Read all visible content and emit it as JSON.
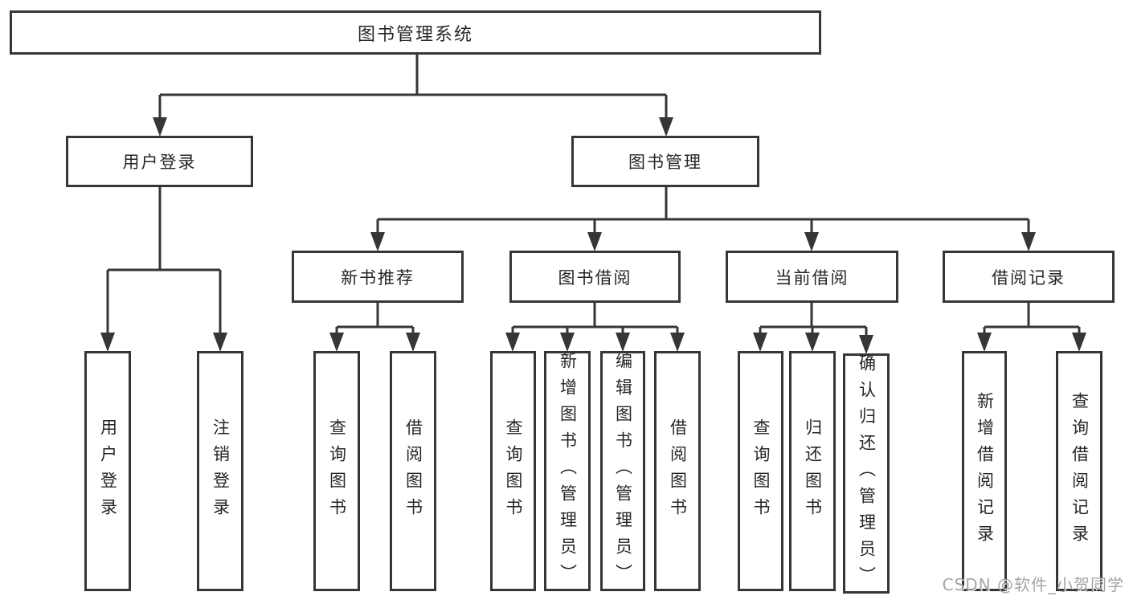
{
  "diagram": {
    "type": "hierarchy-tree",
    "title": "图书管理系统",
    "nodes": {
      "root": "图书管理系统",
      "user_login": "用户登录",
      "book_mgmt": "图书管理",
      "new_books": "新书推荐",
      "book_borrow": "图书借阅",
      "current_borrow": "当前借阅",
      "borrow_records": "借阅记录",
      "login": "用户登录",
      "logout": "注销登录",
      "nb_query": "查询图书",
      "nb_borrow": "借阅图书",
      "bb_query": "查询图书",
      "bb_add": "新增图书（管理员）",
      "bb_edit": "编辑图书（管理员）",
      "bb_borrow": "借阅图书",
      "cb_query": "查询图书",
      "cb_return": "归还图书",
      "cb_confirm": "确认归还（管理员）",
      "br_add": "新增借阅记录",
      "br_query": "查询借阅记录"
    },
    "edges": [
      [
        "root",
        "user_login"
      ],
      [
        "root",
        "book_mgmt"
      ],
      [
        "user_login",
        "login"
      ],
      [
        "user_login",
        "logout"
      ],
      [
        "book_mgmt",
        "new_books"
      ],
      [
        "book_mgmt",
        "book_borrow"
      ],
      [
        "book_mgmt",
        "current_borrow"
      ],
      [
        "book_mgmt",
        "borrow_records"
      ],
      [
        "new_books",
        "nb_query"
      ],
      [
        "new_books",
        "nb_borrow"
      ],
      [
        "book_borrow",
        "bb_query"
      ],
      [
        "book_borrow",
        "bb_add"
      ],
      [
        "book_borrow",
        "bb_edit"
      ],
      [
        "book_borrow",
        "bb_borrow"
      ],
      [
        "current_borrow",
        "cb_query"
      ],
      [
        "current_borrow",
        "cb_return"
      ],
      [
        "current_borrow",
        "cb_confirm"
      ],
      [
        "borrow_records",
        "br_add"
      ],
      [
        "borrow_records",
        "br_query"
      ]
    ],
    "colors": {
      "line": "#363636",
      "text": "#262626",
      "box_background": "#ffffff",
      "watermark": "#9b9b9b"
    }
  },
  "watermark": "CSDN @软件_小贺同学"
}
